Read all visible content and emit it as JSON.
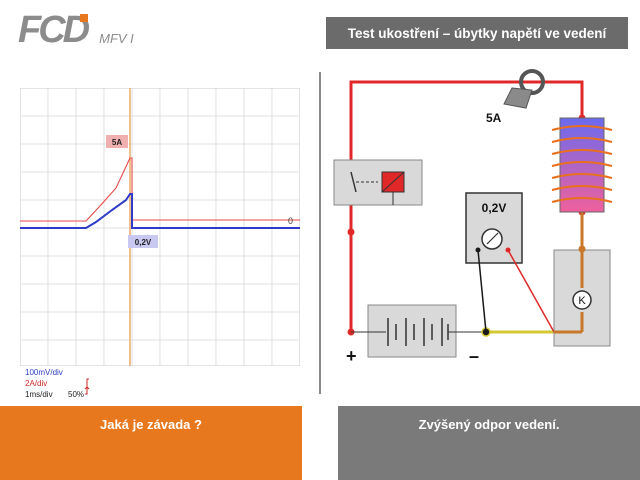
{
  "header": {
    "logo_text": "FCD",
    "logo_subtitle": "MFV I",
    "title": "Test ukostření – úbytky napětí ve vedení"
  },
  "scope": {
    "current_label": "5A",
    "voltage_label": "0,2V",
    "zero_label": "0",
    "scale_voltage": "100mV/div",
    "scale_current": "2A/div",
    "scale_time": "1ms/div",
    "trigger": "50%",
    "colors": {
      "voltage": "#2e3cc8",
      "current": "#e84848",
      "cursor": "#e8a050"
    }
  },
  "circuit": {
    "clamp_label": "5A",
    "meter_reading": "0,2V",
    "plus_label": "+",
    "minus_label": "–",
    "meter_icon": "voltmeter-icon",
    "lamp_icon": "lamp-icon",
    "relay_icon": "relay-icon",
    "battery_icon": "battery-icon",
    "coil_icon": "coil-icon"
  },
  "question": {
    "label": "Jaká je závada ?"
  },
  "answer": {
    "label": "Zvýšený odpor vedení."
  }
}
